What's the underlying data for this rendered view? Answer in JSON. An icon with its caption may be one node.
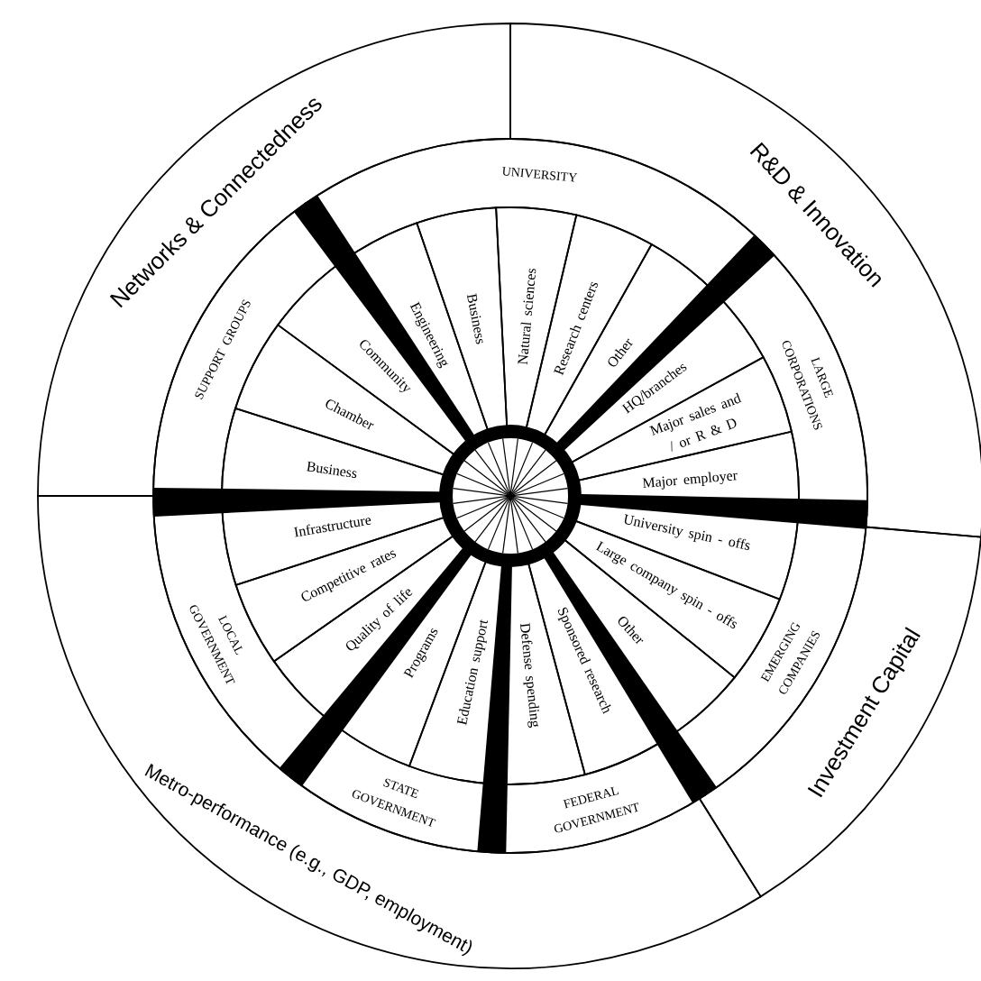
{
  "diagram": {
    "nodes": [
      {
        "text": [
          "Networks & Connectedness"
        ]
      },
      {
        "text": [
          "R&D & Innovation"
        ]
      },
      {
        "text": [
          "Investment Capital"
        ]
      },
      {
        "text": [
          "Metro-performance (e.g., GDP, employment)"
        ]
      },
      {
        "text": [
          "UNIVERSITY"
        ]
      },
      {
        "text": [
          "LARGE CORPORATIONS"
        ]
      },
      {
        "text": [
          "EMERGING COMPANIES"
        ]
      },
      {
        "text": [
          "FEDERAL GOVERNMENT"
        ]
      },
      {
        "text": [
          "STATE GOVERNMENT"
        ]
      },
      {
        "text": [
          "LOCAL GOVERNMENT"
        ]
      },
      {
        "text": [
          "SUPPORT GROUPS"
        ]
      },
      {
        "text": [
          "Engineering"
        ]
      },
      {
        "text": [
          "Business"
        ]
      },
      {
        "text": [
          "Natural sciences"
        ]
      },
      {
        "text": [
          "Research centers"
        ]
      },
      {
        "text": [
          "Other"
        ]
      },
      {
        "text": [
          "HQ/branches"
        ]
      },
      {
        "text": [
          "Major sales and / or R & D"
        ]
      },
      {
        "text": [
          "Major employer"
        ]
      },
      {
        "text": [
          "University spin - offs"
        ]
      },
      {
        "text": [
          "Large company spin - offs"
        ]
      },
      {
        "text": [
          "Other"
        ]
      },
      {
        "text": [
          "Defense spending"
        ]
      },
      {
        "text": [
          "Sponsored research"
        ]
      },
      {
        "text": [
          "Programs"
        ]
      },
      {
        "text": [
          "Education support"
        ]
      },
      {
        "text": [
          "Infrastructure"
        ]
      },
      {
        "text": [
          "Competitive rates"
        ]
      },
      {
        "text": [
          "Quality of life"
        ]
      },
      {
        "text": [
          "Community"
        ]
      },
      {
        "text": [
          "Chamber"
        ]
      },
      {
        "text": [
          "Business"
        ]
      }
    ]
  }
}
